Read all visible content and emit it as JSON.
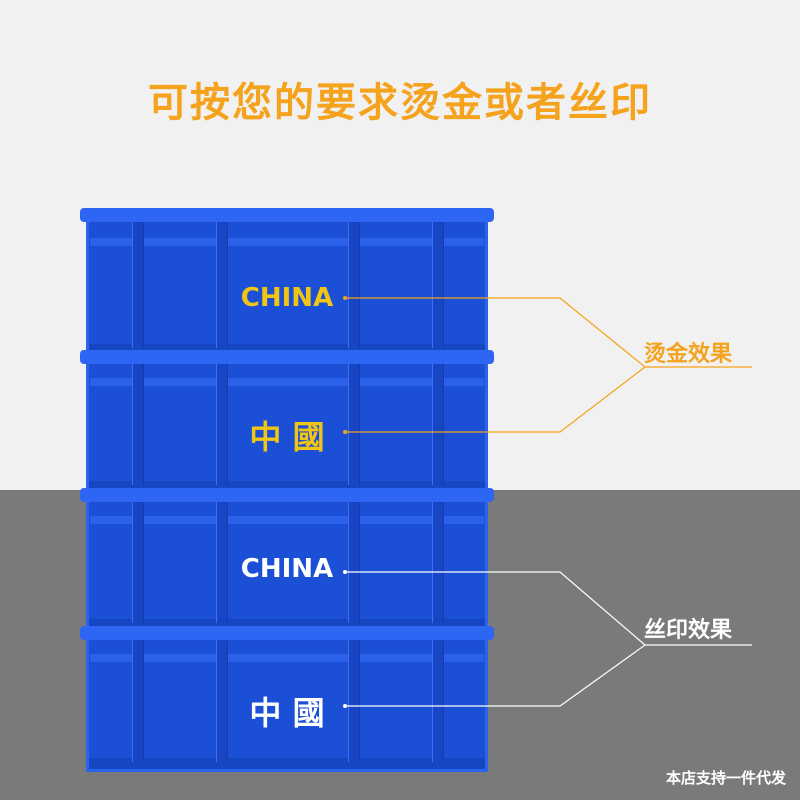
{
  "headline": "可按您的要求烫金或者丝印",
  "crates": [
    {
      "text": "CHINA",
      "style": "gold"
    },
    {
      "text": "中 國",
      "style": "gold"
    },
    {
      "text": "CHINA",
      "style": "white"
    },
    {
      "text": "中 國",
      "style": "white"
    }
  ],
  "callouts": {
    "hot_stamping": "烫金效果",
    "silk_screen": "丝印效果"
  },
  "footer": "本店支持一件代发",
  "colors": {
    "headline": "#f5a21c",
    "gold_print": "#f0c514",
    "crate_blue": "#1a4fd6",
    "white_print": "#ffffff"
  }
}
